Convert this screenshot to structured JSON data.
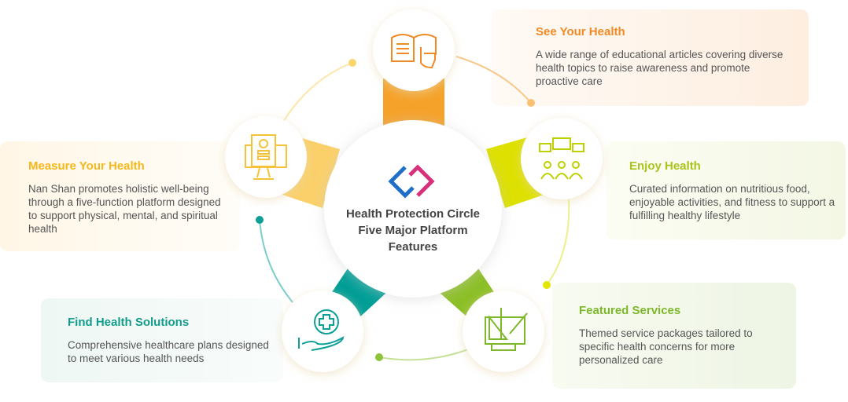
{
  "center": {
    "line1": "Health Protection Circle",
    "line2": "Five Major Platform",
    "line3": "Features"
  },
  "features": {
    "see": {
      "title": "See Your Health",
      "desc": "A wide range of educational articles covering diverse health topics to raise awareness and promote proactive care",
      "color": "#f5a22a",
      "icon": "book-hand-icon"
    },
    "enjoy": {
      "title": "Enjoy Health",
      "desc": "Curated information on nutritious food, enjoyable activities, and fitness to support a fulfilling healthy lifestyle",
      "color": "#dde000",
      "icon": "group-chat-icon"
    },
    "featured": {
      "title": "Featured Services",
      "desc": "Themed service packages tailored to specific health concerns for more personalized care",
      "color": "#8cbf26",
      "icon": "design-tools-icon"
    },
    "find": {
      "title": "Find Health Solutions",
      "desc": "Comprehensive healthcare plans designed to meet various health needs",
      "color": "#009e96",
      "icon": "hand-medical-cross-icon"
    },
    "measure": {
      "title": "Measure Your Health",
      "desc": "Nan Shan promotes holistic well-being through a five-function platform designed to support physical, mental, and spiritual health",
      "color": "#fbd06a",
      "icon": "monitor-profile-icon"
    }
  }
}
